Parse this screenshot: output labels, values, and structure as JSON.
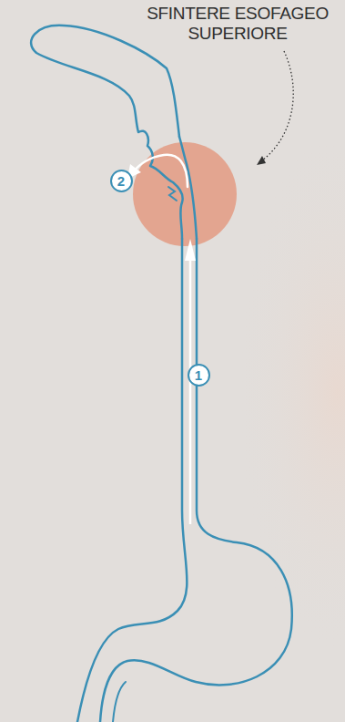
{
  "diagram": {
    "nodes": [
      {
        "text": [
          "2"
        ]
      },
      {
        "text": [
          "1"
        ]
      }
    ],
    "edges": [],
    "labels": [
      "SFINTERE ESOFAGEO SUPERIORE"
    ]
  }
}
